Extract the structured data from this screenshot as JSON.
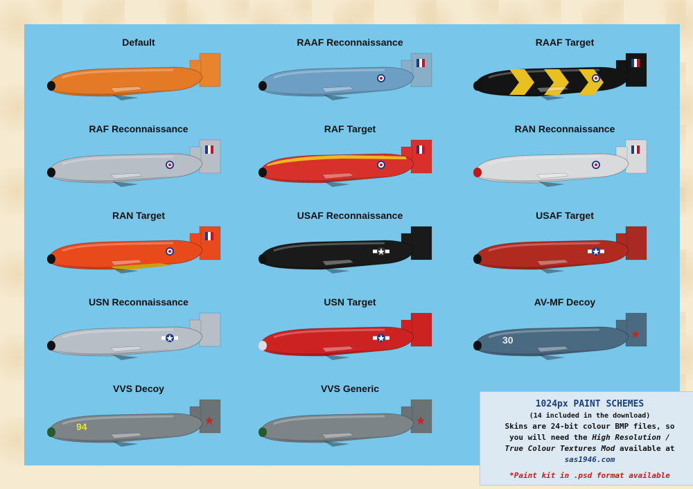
{
  "drones": [
    {
      "name": "Default",
      "body": "#e57a26",
      "tail": "#e8842e",
      "nose": "#111111",
      "stripe": "none",
      "roundel": "none"
    },
    {
      "name": "RAAF Reconnaissance",
      "body": "#6d9fc4",
      "tail": "#88aec8",
      "nose": "#111111",
      "stripe": "none",
      "roundel": "raaf",
      "finflag": "raaf"
    },
    {
      "name": "RAAF Target",
      "body": "#141414",
      "tail": "#141414",
      "nose": "#111111",
      "stripe": "yellow-chevron",
      "roundel": "raaf",
      "finflag": "raaf"
    },
    {
      "name": "RAF Reconnaissance",
      "body": "#b8bec6",
      "tail": "#b8bec6",
      "nose": "#111111",
      "stripe": "none",
      "roundel": "raf",
      "finflag": "raf"
    },
    {
      "name": "RAF Target",
      "body": "#d8302a",
      "tail": "#d8302a",
      "nose": "#111111",
      "stripe": "yellow-top",
      "roundel": "raf",
      "finflag": "raf"
    },
    {
      "name": "RAN Reconnaissance",
      "body": "#d8dadc",
      "tail": "#d8dadc",
      "nose": "#c01818",
      "stripe": "none",
      "roundel": "ran",
      "finflag": "raf"
    },
    {
      "name": "RAN Target",
      "body": "#e84a1c",
      "tail": "#e84a1c",
      "nose": "#111111",
      "stripe": "yellow-bottom",
      "roundel": "raaf",
      "finflag": "raf"
    },
    {
      "name": "USAF Reconnaissance",
      "body": "#1a1a1a",
      "tail": "#1a1a1a",
      "nose": "#111111",
      "stripe": "none",
      "roundel": "us-dark"
    },
    {
      "name": "USAF Target",
      "body": "#b02a20",
      "tail": "#a82a22",
      "nose": "#111111",
      "stripe": "none",
      "roundel": "us"
    },
    {
      "name": "USN Reconnaissance",
      "body": "#b8bec6",
      "tail": "#b8bec6",
      "nose": "#111111",
      "stripe": "none",
      "roundel": "us"
    },
    {
      "name": "USN Target",
      "body": "#cc2222",
      "tail": "#cc2222",
      "nose": "#d8dde2",
      "stripe": "none",
      "roundel": "us"
    },
    {
      "name": "AV-MF Decoy",
      "body": "#4a6a82",
      "tail": "#4a6a82",
      "nose": "#111111",
      "stripe": "none",
      "roundel": "star",
      "number": "30"
    },
    {
      "name": "VVS Decoy",
      "body": "#7c8488",
      "tail": "#6a7276",
      "nose": "#2a5a2a",
      "stripe": "none",
      "roundel": "star",
      "number": "94"
    },
    {
      "name": "VVS Generic",
      "body": "#7c8488",
      "tail": "#6a7276",
      "nose": "#2a5a2a",
      "stripe": "none",
      "roundel": "star"
    }
  ],
  "info": {
    "title": "1024px PAINT SCHEMES",
    "subtitle": "(14 included in the download)",
    "line1": "Skins are 24-bit colour BMP files, so",
    "line2_pre": "you will need the ",
    "line2_em": "High Resolution /",
    "line3_em": "True Colour Textures Mod",
    "line3_post": " available at",
    "site": "sas1946.com",
    "note": "*Paint kit in .psd format available"
  }
}
